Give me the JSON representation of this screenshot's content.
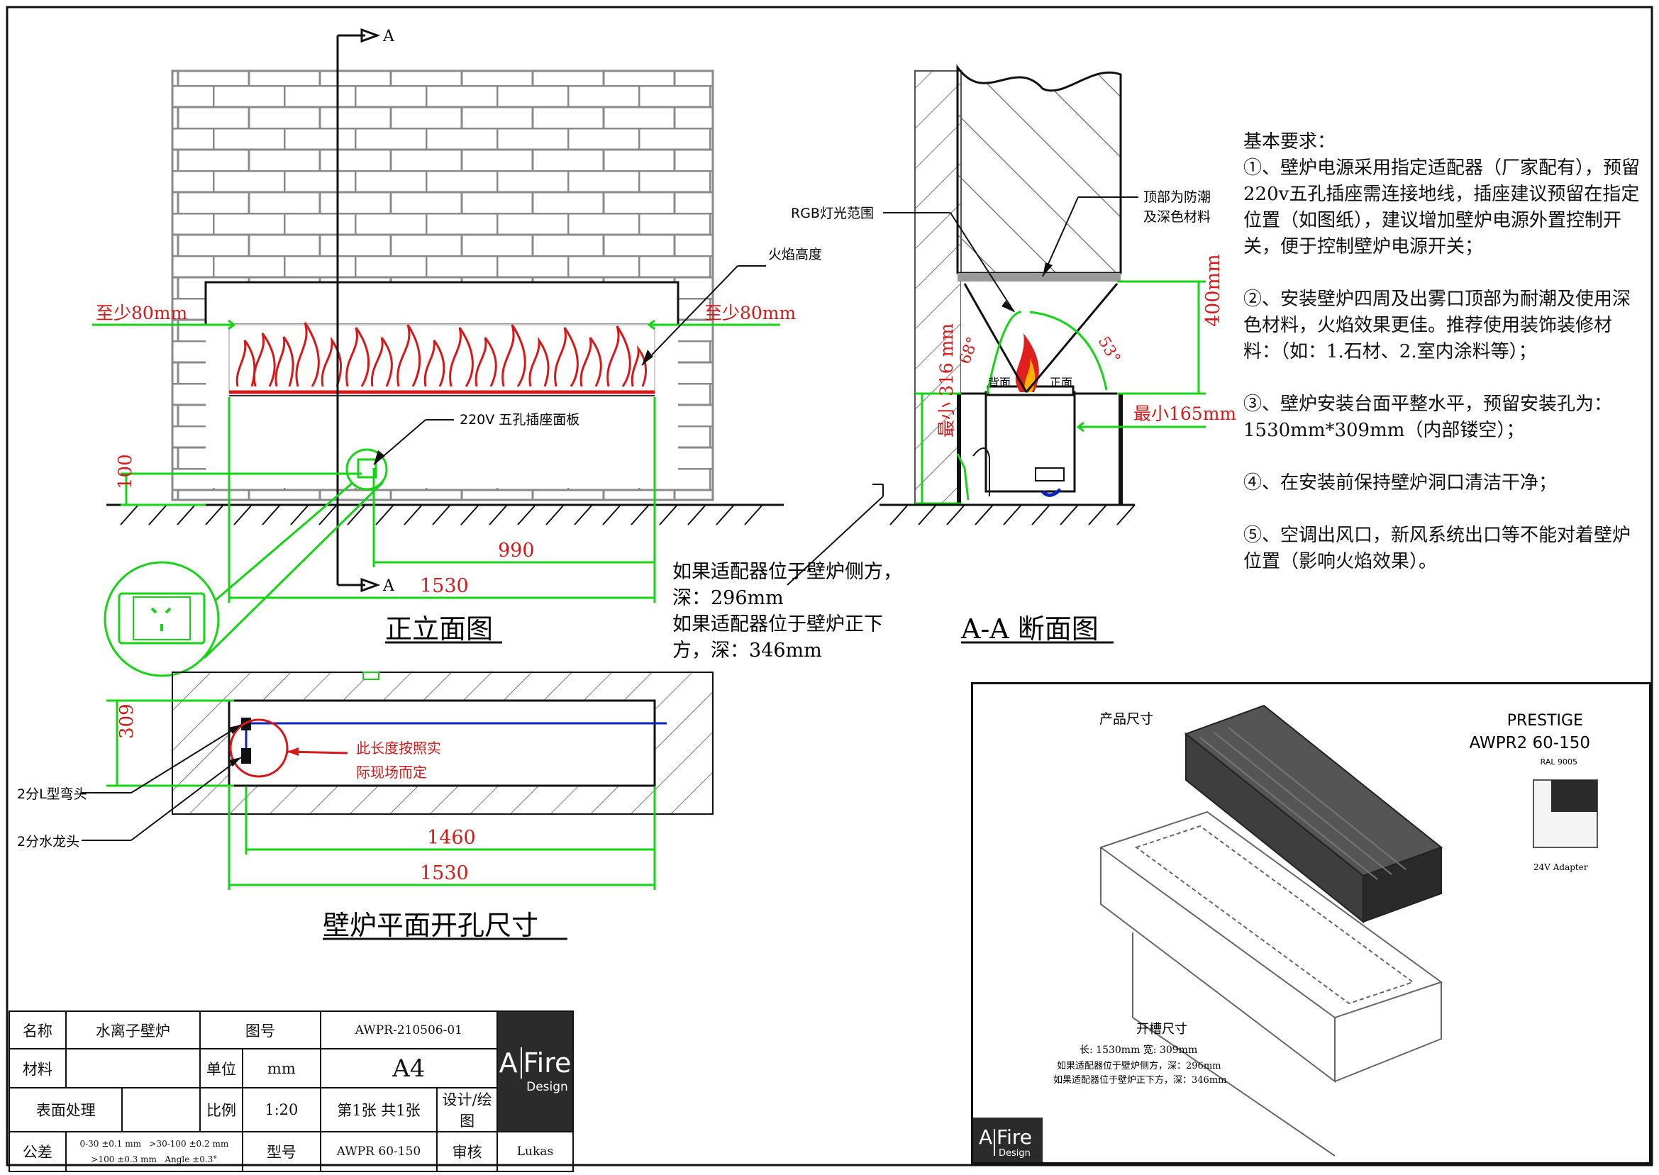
{
  "elevation": {
    "title": "正立面图",
    "flame_height_label": "火焰高度",
    "min_left_label": "至少80mm",
    "min_right_label": "至少80mm",
    "socket_label": "220V 五孔插座面板",
    "dim_100": "100",
    "dim_990": "990",
    "dim_1530": "1530",
    "section_marker": "A"
  },
  "section": {
    "title": "A-A 断面图",
    "rgb_label": "RGB灯光范围",
    "top_material_label_1": "顶部为防潮",
    "top_material_label_2": "及深色材料",
    "dim_400": "400mm",
    "angle_68": "68°",
    "angle_53": "53°",
    "back_label": "背面",
    "front_label": "正面",
    "min_165": "最小165mm",
    "min_316": "最小 316 mm"
  },
  "adapter_note": {
    "line1": "如果适配器位于壁炉侧方，",
    "line2": "深：296mm",
    "line3": "如果适配器位于壁炉正下",
    "line4": "方，深：346mm"
  },
  "plan": {
    "title": "壁炉平面开孔尺寸",
    "dim_309": "309",
    "dim_1460": "1460",
    "dim_1530": "1530",
    "length_note_1": "此长度按照实",
    "length_note_2": "际现场而定",
    "elbow_label": "2分L型弯头",
    "faucet_label": "2分水龙头"
  },
  "notes": {
    "heading": "基本要求：",
    "item1": "①、壁炉电源采用指定适配器（厂家配有），预留220v五孔插座需连接地线，插座建议预留在指定位置（如图纸），建议增加壁炉电源外置控制开关，便于控制壁炉电源开关；",
    "item2": "②、安装壁炉四周及出雾口顶部为耐潮及使用深色材料，火焰效果更佳。推荐使用装饰装修材料：（如：1.石材、2.室内涂料等）；",
    "item3": "③、壁炉安装台面平整水平，预留安装孔为：1530mm*309mm（内部镂空）；",
    "item4": "④、在安装前保持壁炉洞口清洁干净；",
    "item5": "⑤、空调出风口，新风系统出口等不能对着壁炉位置（影响火焰效果）。"
  },
  "title_block": {
    "name_label": "名称",
    "name_value": "水离子壁炉",
    "drawing_no_label": "图号",
    "drawing_no": "AWPR-210506-01",
    "material_label": "材料",
    "unit_label": "单位",
    "unit_value": "mm",
    "paper_size": "A4",
    "surface_label": "表面处理",
    "scale_label": "比例",
    "scale_value": "1:20",
    "sheet_label": "第1张 共1张",
    "design_label": "设计/绘图",
    "designer": "Lukas",
    "tolerance_label": "公差",
    "tol_1": "0-30 ±0.1 mm",
    "tol_2": ">30-100 ±0.2 mm",
    "tol_3": ">100 ±0.3 mm",
    "tol_4": "Angle ±0.3°",
    "model_label": "型号",
    "model_value": "AWPR 60-150",
    "review_label": "审核",
    "logo_a": "A",
    "logo_fire": "Fire",
    "logo_design": "Design"
  },
  "render": {
    "product_size_label": "产品尺寸",
    "brand": "PRESTIGE",
    "model": "AWPR2 60-150",
    "color_code": "RAL 9005",
    "adapter_label": "24V Adapter",
    "slot_label": "开槽尺寸",
    "slot_dims": "长: 1530mm   宽: 309mm",
    "slot_note_1": "如果适配器位于壁炉侧方，深：296mm",
    "slot_note_2": "如果适配器位于壁炉正下方，深：346mm",
    "logo_a": "A",
    "logo_fire": "Fire",
    "logo_design": "Design"
  }
}
